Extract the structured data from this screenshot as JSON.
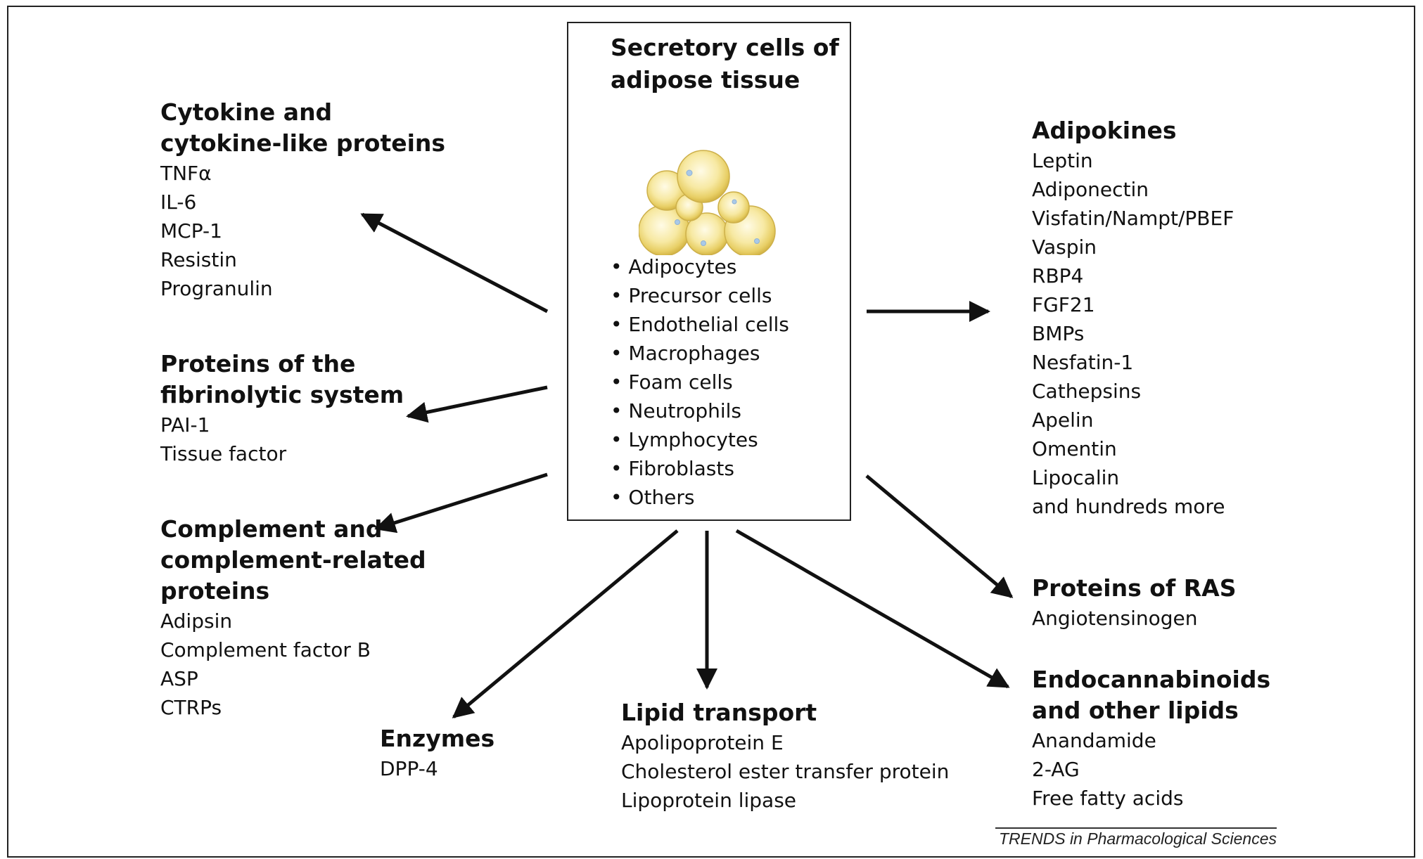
{
  "center": {
    "title": "Secretory cells of adipose tissue",
    "cells": [
      "Adipocytes",
      "Precursor cells",
      "Endothelial cells",
      "Macrophages",
      "Foam cells",
      "Neutrophils",
      "Lymphocytes",
      "Fibroblasts",
      "Others"
    ]
  },
  "groups": {
    "cytokines": {
      "title": "Cytokine and cytokine-like proteins",
      "items": [
        "TNFα",
        "IL-6",
        "MCP-1",
        "Resistin",
        "Progranulin"
      ]
    },
    "fibrinolytic": {
      "title": "Proteins of the fibrinolytic system",
      "items": [
        "PAI-1",
        "Tissue factor"
      ]
    },
    "complement": {
      "title": "Complement and complement-related proteins",
      "items": [
        "Adipsin",
        "Complement factor B",
        "ASP",
        "CTRPs"
      ]
    },
    "enzymes": {
      "title": "Enzymes",
      "items": [
        "DPP-4"
      ]
    },
    "lipid_transport": {
      "title": "Lipid transport",
      "items": [
        "Apolipoprotein E",
        "Cholesterol ester transfer protein",
        "Lipoprotein lipase"
      ]
    },
    "adipokines": {
      "title": "Adipokines",
      "items": [
        "Leptin",
        "Adiponectin",
        "Visfatin/Nampt/PBEF",
        "Vaspin",
        "RBP4",
        "FGF21",
        "BMPs",
        "Nesfatin-1",
        "Cathepsins",
        "Apelin",
        "Omentin",
        "Lipocalin",
        "and hundreds more"
      ]
    },
    "ras": {
      "title": "Proteins of RAS",
      "items": [
        "Angiotensinogen"
      ]
    },
    "endocannabinoids": {
      "title": "Endocannabinoids and other lipids",
      "items": [
        "Anandamide",
        "2-AG",
        "Free fatty acids"
      ]
    }
  },
  "source": "TRENDS in Pharmacological Sciences"
}
